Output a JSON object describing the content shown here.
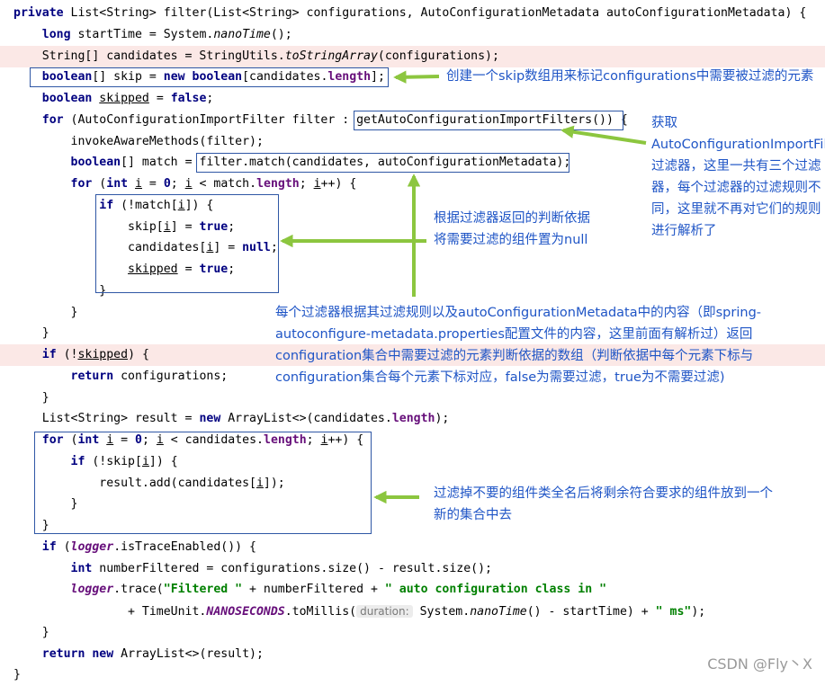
{
  "code": {
    "lines": [
      [
        {
          "t": "private",
          "c": "kw"
        },
        {
          "t": " List<String> filter(List<String> configurations, AutoConfigurationMetadata autoConfigurationMetadata) {"
        }
      ],
      [
        {
          "t": "    "
        },
        {
          "t": "long",
          "c": "kw"
        },
        {
          "t": " startTime = System."
        },
        {
          "t": "nanoTime",
          "c": "it"
        },
        {
          "t": "();"
        }
      ],
      [
        {
          "t": "    String[] candidates = StringUtils."
        },
        {
          "t": "toStringArray",
          "c": "it"
        },
        {
          "t": "(configurations);"
        }
      ],
      [
        {
          "t": "    "
        },
        {
          "t": "boolean",
          "c": "kw"
        },
        {
          "t": "[] skip = "
        },
        {
          "t": "new",
          "c": "kw"
        },
        {
          "t": " "
        },
        {
          "t": "boolean",
          "c": "kw"
        },
        {
          "t": "[candidates."
        },
        {
          "t": "length",
          "c": "field"
        },
        {
          "t": "];"
        }
      ],
      [
        {
          "t": "    "
        },
        {
          "t": "boolean",
          "c": "kw"
        },
        {
          "t": " "
        },
        {
          "t": "skipped",
          "c": "u"
        },
        {
          "t": " = "
        },
        {
          "t": "false",
          "c": "kw"
        },
        {
          "t": ";"
        }
      ],
      [
        {
          "t": "    "
        },
        {
          "t": "for",
          "c": "kw"
        },
        {
          "t": " (AutoConfigurationImportFilter filter : getAutoConfigurationImportFilters()) {"
        }
      ],
      [
        {
          "t": "        invokeAwareMethods(filter);"
        }
      ],
      [
        {
          "t": "        "
        },
        {
          "t": "boolean",
          "c": "kw"
        },
        {
          "t": "[] match = filter.match(candidates, autoConfigurationMetadata);"
        }
      ],
      [
        {
          "t": "        "
        },
        {
          "t": "for",
          "c": "kw"
        },
        {
          "t": " ("
        },
        {
          "t": "int",
          "c": "kw"
        },
        {
          "t": " "
        },
        {
          "t": "i",
          "c": "u"
        },
        {
          "t": " = "
        },
        {
          "t": "0",
          "c": "kw"
        },
        {
          "t": "; "
        },
        {
          "t": "i",
          "c": "u"
        },
        {
          "t": " < match."
        },
        {
          "t": "length",
          "c": "field"
        },
        {
          "t": "; "
        },
        {
          "t": "i",
          "c": "u"
        },
        {
          "t": "++) {"
        }
      ],
      [
        {
          "t": "            "
        },
        {
          "t": "if",
          "c": "kw"
        },
        {
          "t": " (!match["
        },
        {
          "t": "i",
          "c": "u"
        },
        {
          "t": "]) {"
        }
      ],
      [
        {
          "t": "                skip["
        },
        {
          "t": "i",
          "c": "u"
        },
        {
          "t": "] = "
        },
        {
          "t": "true",
          "c": "kw"
        },
        {
          "t": ";"
        }
      ],
      [
        {
          "t": "                candidates["
        },
        {
          "t": "i",
          "c": "u"
        },
        {
          "t": "] = "
        },
        {
          "t": "null",
          "c": "kw"
        },
        {
          "t": ";"
        }
      ],
      [
        {
          "t": "                "
        },
        {
          "t": "skipped",
          "c": "u"
        },
        {
          "t": " = "
        },
        {
          "t": "true",
          "c": "kw"
        },
        {
          "t": ";"
        }
      ],
      [
        {
          "t": "            }"
        }
      ],
      [
        {
          "t": "        }"
        }
      ],
      [
        {
          "t": "    }"
        }
      ],
      [
        {
          "t": "    "
        },
        {
          "t": "if",
          "c": "kw"
        },
        {
          "t": " (!"
        },
        {
          "t": "skipped",
          "c": "u"
        },
        {
          "t": ") {"
        }
      ],
      [
        {
          "t": "        "
        },
        {
          "t": "return",
          "c": "kw"
        },
        {
          "t": " configurations;"
        }
      ],
      [
        {
          "t": "    }"
        }
      ],
      [
        {
          "t": "    List<String> result = "
        },
        {
          "t": "new",
          "c": "kw"
        },
        {
          "t": " ArrayList<>(candidates."
        },
        {
          "t": "length",
          "c": "field"
        },
        {
          "t": ");"
        }
      ],
      [
        {
          "t": "    "
        },
        {
          "t": "for",
          "c": "kw"
        },
        {
          "t": " ("
        },
        {
          "t": "int",
          "c": "kw"
        },
        {
          "t": " "
        },
        {
          "t": "i",
          "c": "u"
        },
        {
          "t": " = "
        },
        {
          "t": "0",
          "c": "kw"
        },
        {
          "t": "; "
        },
        {
          "t": "i",
          "c": "u"
        },
        {
          "t": " < candidates."
        },
        {
          "t": "length",
          "c": "field"
        },
        {
          "t": "; "
        },
        {
          "t": "i",
          "c": "u"
        },
        {
          "t": "++) {"
        }
      ],
      [
        {
          "t": "        "
        },
        {
          "t": "if",
          "c": "kw"
        },
        {
          "t": " (!skip["
        },
        {
          "t": "i",
          "c": "u"
        },
        {
          "t": "]) {"
        }
      ],
      [
        {
          "t": "            result.add(candidates["
        },
        {
          "t": "i",
          "c": "u"
        },
        {
          "t": "]);"
        }
      ],
      [
        {
          "t": "        }"
        }
      ],
      [
        {
          "t": "    }"
        }
      ],
      [
        {
          "t": "    "
        },
        {
          "t": "if",
          "c": "kw"
        },
        {
          "t": " ("
        },
        {
          "t": "logger",
          "c": "field-it"
        },
        {
          "t": ".isTraceEnabled()) {"
        }
      ],
      [
        {
          "t": "        "
        },
        {
          "t": "int",
          "c": "kw"
        },
        {
          "t": " numberFiltered = configurations.size() - result.size();"
        }
      ],
      [
        {
          "t": "        "
        },
        {
          "t": "logger",
          "c": "field-it"
        },
        {
          "t": ".trace("
        },
        {
          "t": "\"Filtered \"",
          "c": "str"
        },
        {
          "t": " + numberFiltered + "
        },
        {
          "t": "\" auto configuration class in \"",
          "c": "str"
        }
      ],
      [
        {
          "t": "                + TimeUnit."
        },
        {
          "t": "NANOSECONDS",
          "c": "field-it"
        },
        {
          "t": ".toMillis("
        },
        {
          "t": "duration:",
          "c": "hint"
        },
        {
          "t": " System."
        },
        {
          "t": "nanoTime",
          "c": "it"
        },
        {
          "t": "() - startTime) + "
        },
        {
          "t": "\" ms\"",
          "c": "str"
        },
        {
          "t": ");"
        }
      ],
      [
        {
          "t": "    }"
        }
      ],
      [
        {
          "t": "    "
        },
        {
          "t": "return",
          "c": "kw"
        },
        {
          "t": " "
        },
        {
          "t": "new",
          "c": "kw"
        },
        {
          "t": " ArrayList<>(result);"
        }
      ],
      [
        {
          "t": "}"
        }
      ]
    ]
  },
  "annotations": {
    "skip_array": "创建一个skip数组用来标记configurations中需要被过滤的元素",
    "get_filters": "获取AutoConfigurationImportFilter过滤器，这里一共有三个过滤器，每个过滤器的过滤规则不同，这里就不再对它们的规则进行解析了",
    "match_result": "根据过滤器返回的判断依据将需要过滤的组件置为null",
    "filter_match": "每个过滤器根据其过滤规则以及autoConfigurationMetadata中的内容（即spring-autoconfigure-metadata.properties配置文件的内容，这里前面有解析过）返回configuration集合中需要过滤的元素判断依据的数组（判断依据中每个元素下标与configuration集合每个元素下标对应，false为需要过滤，true为不需要过滤)",
    "collect_result": "过滤掉不要的组件类全名后将剩余符合要求的组件放到一个新的集合中去"
  },
  "watermark": "CSDN @Fly丶X",
  "colors": {
    "keyword": "#000080",
    "string": "#008000",
    "field": "#660e7a",
    "annotation_text": "#1f55c6",
    "box_border": "#2f57a5",
    "arrow": "#8cc63f",
    "line_highlight": "#fbe8e6"
  }
}
